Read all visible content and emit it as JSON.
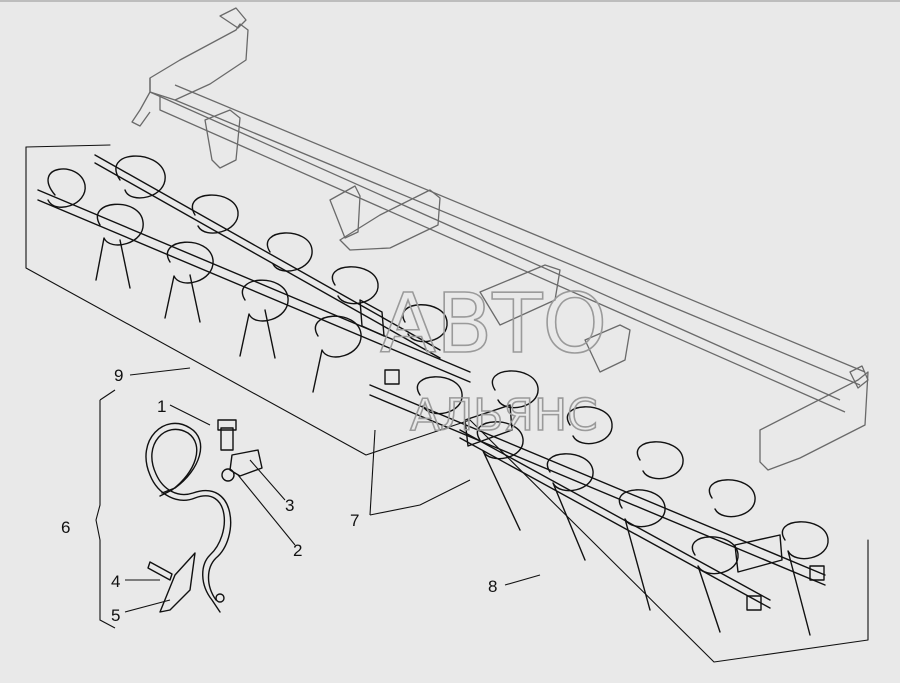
{
  "diagram": {
    "callouts": [
      {
        "id": "1",
        "label": "1"
      },
      {
        "id": "2",
        "label": "2"
      },
      {
        "id": "3",
        "label": "3"
      },
      {
        "id": "4",
        "label": "4"
      },
      {
        "id": "5",
        "label": "5"
      },
      {
        "id": "6",
        "label": "6"
      },
      {
        "id": "7",
        "label": "7"
      },
      {
        "id": "8",
        "label": "8"
      },
      {
        "id": "9",
        "label": "9"
      }
    ],
    "watermark": {
      "line1": "АВТО",
      "line2": "АЛЬЯНС"
    }
  },
  "colors": {
    "background": "#e9e9e9",
    "line": "#111111",
    "frame_line": "#6a6a6a",
    "watermark": "#9a9a9a"
  }
}
